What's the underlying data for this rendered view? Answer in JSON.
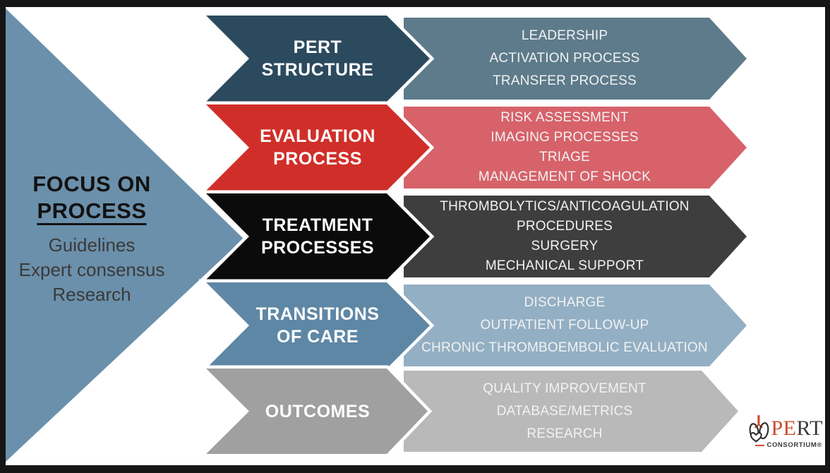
{
  "frame": {
    "border_color": "#161616",
    "background": "#ffffff"
  },
  "focus_panel": {
    "title_line1": "FOCUS ON",
    "title_line2": "PROCESS",
    "items": [
      "Guidelines",
      "Expert consensus",
      "Research"
    ],
    "triangle_color": "#6b90ab",
    "title_color": "#121212",
    "items_color": "#3a3a3a"
  },
  "rows": [
    {
      "label": "PERT STRUCTURE",
      "arrow_color": "#2c4a5e",
      "detail_color": "#5d7b8b",
      "details": [
        "LEADERSHIP",
        "ACTIVATION PROCESS",
        "TRANSFER PROCESS"
      ]
    },
    {
      "label": "EVALUATION PROCESS",
      "arrow_color": "#d02f29",
      "detail_color": "#d7626a",
      "details": [
        "RISK ASSESSMENT",
        "IMAGING PROCESSES",
        "TRIAGE",
        "MANAGEMENT OF SHOCK"
      ]
    },
    {
      "label": "TREATMENT PROCESSES",
      "arrow_color": "#0b0b0b",
      "detail_color": "#3e3e3e",
      "details": [
        "THROMBOLYTICS/ANTICOAGULATION",
        "PROCEDURES",
        "SURGERY",
        "MECHANICAL SUPPORT"
      ]
    },
    {
      "label": "TRANSITIONS OF CARE",
      "arrow_color": "#5e87a5",
      "detail_color": "#93afc4",
      "details": [
        "DISCHARGE",
        "OUTPATIENT FOLLOW-UP",
        "CHRONIC THROMBOEMBOLIC EVALUATION"
      ]
    },
    {
      "label": "OUTCOMES",
      "arrow_color": "#a0a0a0",
      "detail_color": "#b9b9b9",
      "details": [
        "QUALITY IMPROVEMENT",
        "DATABASE/METRICS",
        "RESEARCH"
      ]
    }
  ],
  "text_colors": {
    "label_text": "#ffffff",
    "detail_text": "#f2f2f2"
  },
  "logo": {
    "name_pe": "PE",
    "name_rt": "RT",
    "subtitle": "CONSORTIUM®",
    "pe_color": "#c84e2e",
    "rt_color": "#3a3a3a",
    "icon": "heart-lungs-icon"
  }
}
